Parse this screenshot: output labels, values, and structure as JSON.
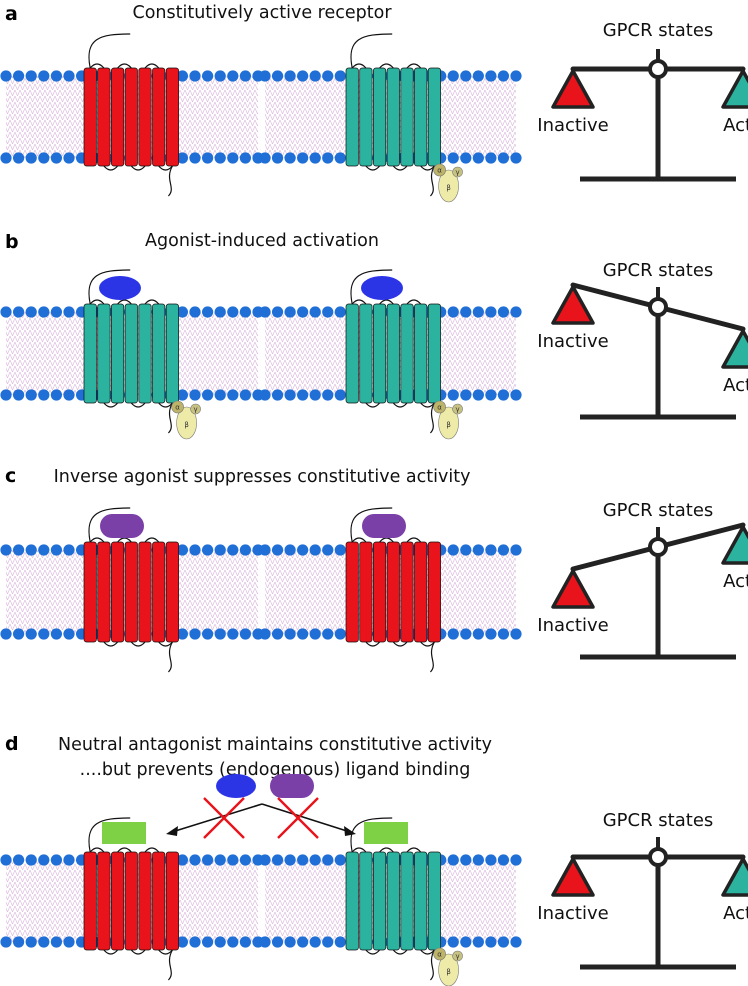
{
  "colors": {
    "inactive": "#e8131b",
    "active": "#2bb3a0",
    "head": "#1f6fd6",
    "agonist": "#2b35e6",
    "inverse_agonist": "#7b3fa8",
    "antagonist": "#7ed045",
    "gprotein": "#eeeba8",
    "cross": "#e8131b",
    "scale": "#222222"
  },
  "panels": [
    {
      "id": "a",
      "label": "a",
      "title": "Constitutively active receptor",
      "receptors": [
        {
          "state": "inactive",
          "ligand": "none",
          "gprotein": false
        },
        {
          "state": "active",
          "ligand": "none",
          "gprotein": true
        }
      ],
      "scale": {
        "title": "GPCR states",
        "tilt": "balanced",
        "inactive_label": "Inactive",
        "active_label": "Active"
      }
    },
    {
      "id": "b",
      "label": "b",
      "title": "Agonist-induced activation",
      "receptors": [
        {
          "state": "active",
          "ligand": "agonist",
          "gprotein": true
        },
        {
          "state": "active",
          "ligand": "agonist",
          "gprotein": true
        }
      ],
      "scale": {
        "title": "GPCR states",
        "tilt": "toward-active",
        "inactive_label": "Inactive",
        "active_label": "Active"
      }
    },
    {
      "id": "c",
      "label": "c",
      "title": "Inverse agonist suppresses constitutive activity",
      "receptors": [
        {
          "state": "inactive",
          "ligand": "inverse_agonist",
          "gprotein": false
        },
        {
          "state": "inactive",
          "ligand": "inverse_agonist",
          "gprotein": false
        }
      ],
      "scale": {
        "title": "GPCR states",
        "tilt": "toward-inactive",
        "inactive_label": "Inactive",
        "active_label": "Active"
      }
    },
    {
      "id": "d",
      "label": "d",
      "title": "Neutral antagonist maintains constitutive activity",
      "title2": "....but prevents (endogenous) ligand binding",
      "receptors": [
        {
          "state": "inactive",
          "ligand": "antagonist",
          "gprotein": false
        },
        {
          "state": "active",
          "ligand": "antagonist",
          "gprotein": true
        }
      ],
      "blocked_ligands": [
        "agonist",
        "inverse_agonist"
      ],
      "scale": {
        "title": "GPCR states",
        "tilt": "balanced",
        "inactive_label": "Inactive",
        "active_label": "Active"
      }
    }
  ],
  "gprotein_subunits": [
    "α",
    "β",
    "γ"
  ]
}
